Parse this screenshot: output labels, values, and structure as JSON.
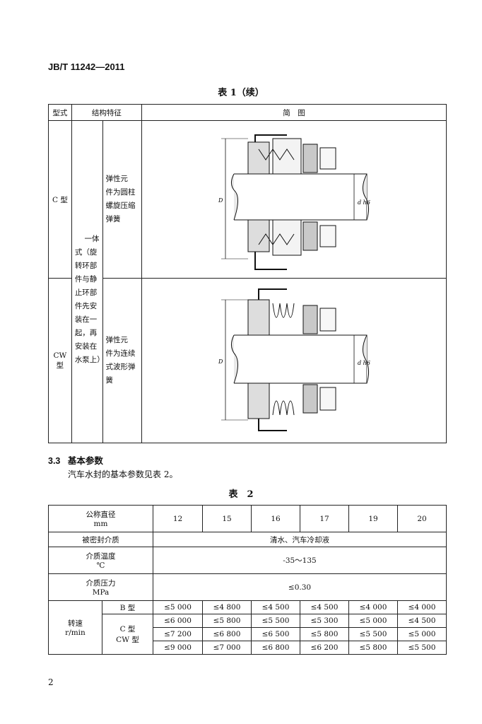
{
  "header": {
    "standard_id": "JB/T 11242—2011"
  },
  "table1": {
    "caption": "表 1（续）",
    "headers": {
      "type": "型式",
      "structure": "结构特征",
      "diagram": "简　图"
    },
    "shared_structure": [
      "一体",
      "式（旋",
      "转环部",
      "件与静",
      "止环部",
      "件先安",
      "装在一",
      "起，再",
      "安装在",
      "水泵上）"
    ],
    "rows": [
      {
        "type": "C 型",
        "feature": [
          "弹性元",
          "件为圆柱",
          "螺旋压缩",
          "弹簧"
        ],
        "dim_D": "D",
        "dim_d": "d h6"
      },
      {
        "type": "CW 型",
        "feature": [
          "弹性元",
          "件为连续",
          "式波形弹",
          "簧"
        ],
        "dim_D": "D",
        "dim_d": "d h6"
      }
    ]
  },
  "section": {
    "number": "3.3",
    "title": "基本参数",
    "text": "汽车水封的基本参数见表 2。"
  },
  "table2": {
    "caption": "表　2",
    "diameter_label": "公称直径",
    "diameter_unit": "mm",
    "diameters": [
      "12",
      "15",
      "16",
      "17",
      "19",
      "20"
    ],
    "medium_label": "被密封介质",
    "medium_value": "清水、汽车冷却液",
    "temp_label": "介质温度",
    "temp_unit": "℃",
    "temp_value": "-35～135",
    "pressure_label": "介质压力",
    "pressure_unit": "MPa",
    "pressure_value": "≤0.30",
    "speed_label": "转速",
    "speed_unit": "r/min",
    "b_type": "B 型",
    "c_type": "C 型",
    "cw_type": "CW 型",
    "speed_rows": [
      [
        "≤5 000",
        "≤4 800",
        "≤4 500",
        "≤4 500",
        "≤4 000",
        "≤4 000"
      ],
      [
        "≤6 000",
        "≤5 800",
        "≤5 500",
        "≤5 300",
        "≤5 000",
        "≤4 500"
      ],
      [
        "≤7 200",
        "≤6 800",
        "≤6 500",
        "≤5 800",
        "≤5 500",
        "≤5 000"
      ],
      [
        "≤9 000",
        "≤7 000",
        "≤6 800",
        "≤6 200",
        "≤5 800",
        "≤5 500"
      ]
    ]
  },
  "footer": {
    "page_number": "2"
  }
}
